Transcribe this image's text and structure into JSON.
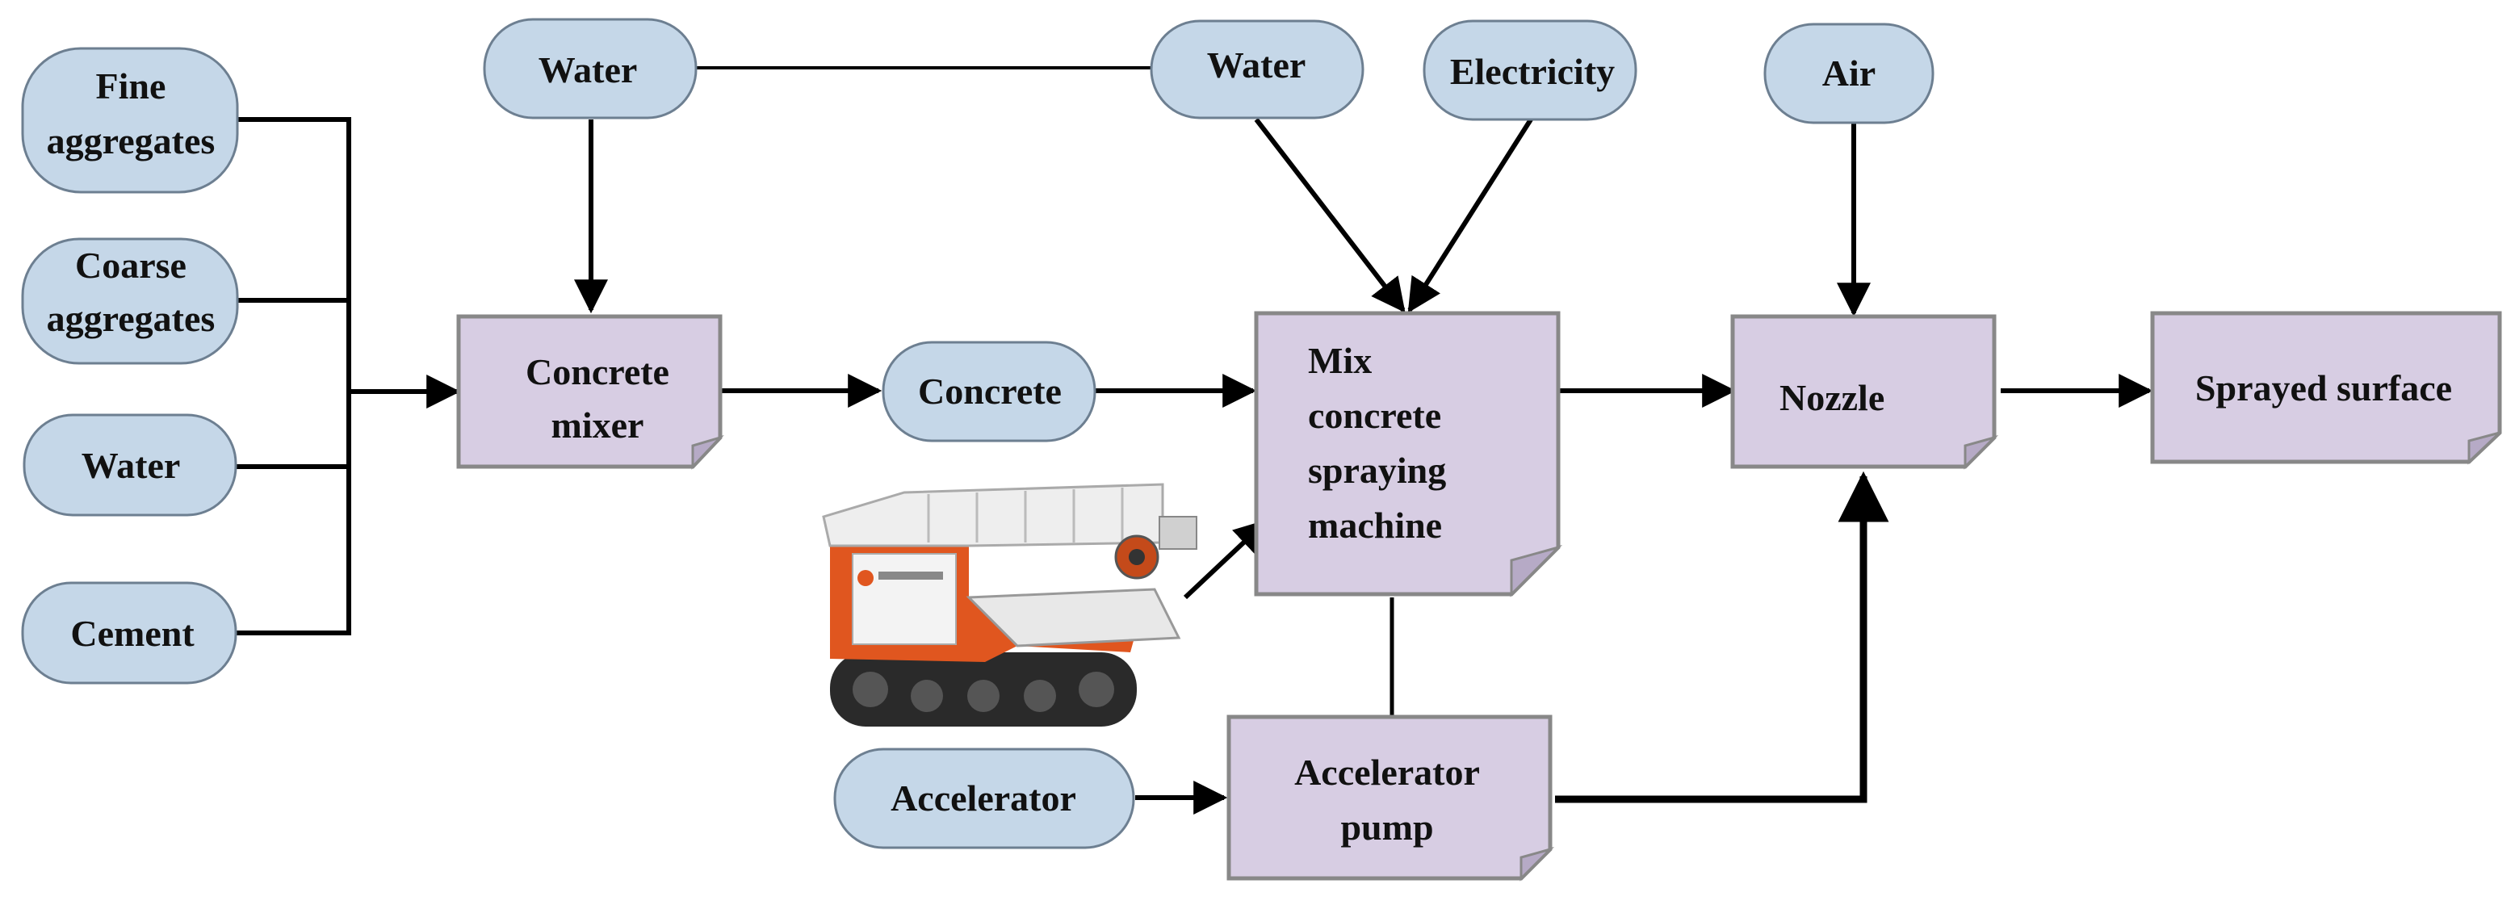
{
  "colors": {
    "input_fill": "#c5d7e8",
    "input_stroke": "#6d7f91",
    "process_fill": "#d7cde3",
    "process_stroke": "#888888",
    "line": "#000000",
    "machine_orange": "#e0561f",
    "machine_white": "#eeeeee",
    "machine_track": "#2a2a2a"
  },
  "inputs": {
    "fine_aggregates": [
      "Fine",
      "aggregates"
    ],
    "coarse_aggregates": [
      "Coarse",
      "aggregates"
    ],
    "water_left": "Water",
    "cement": "Cement",
    "water_top_left": "Water",
    "water_top_right": "Water",
    "electricity": "Electricity",
    "air": "Air",
    "concrete": "Concrete",
    "accelerator": "Accelerator"
  },
  "processes": {
    "concrete_mixer": [
      "Concrete",
      "mixer"
    ],
    "spraying_machine": [
      "Mix",
      "concrete",
      "spraying",
      "machine"
    ],
    "nozzle": "Nozzle",
    "sprayed_surface": "Sprayed surface",
    "accelerator_pump": [
      "Accelerator",
      "pump"
    ]
  },
  "machine_photo": {
    "icon": "concrete-spraying-machine-photo"
  }
}
